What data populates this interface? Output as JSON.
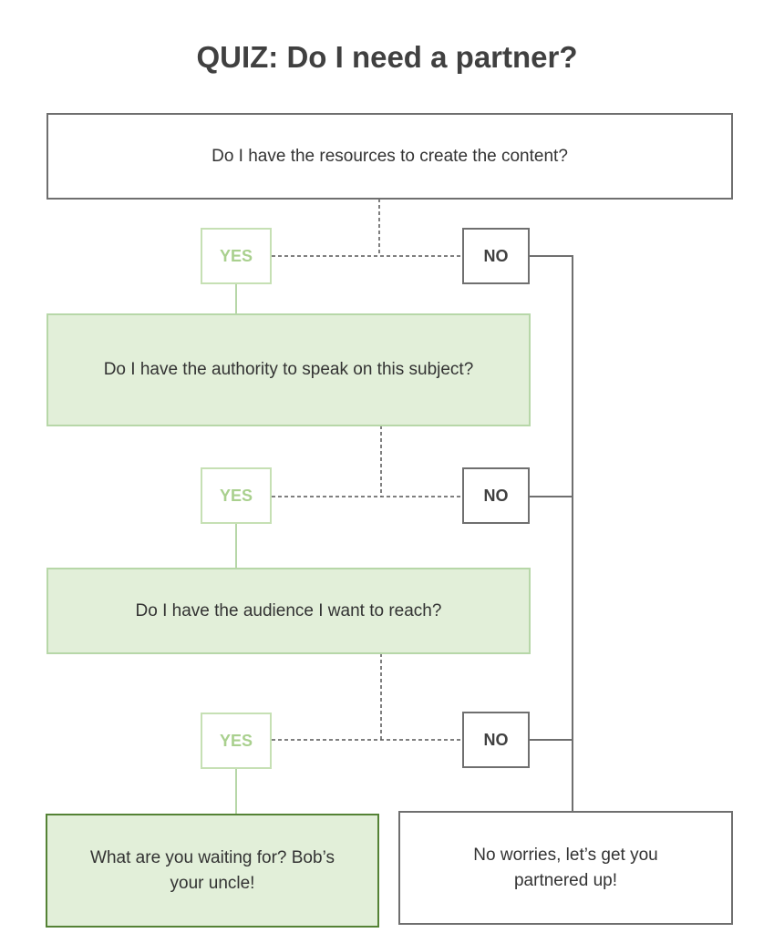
{
  "title": "QUIZ: Do I need a partner?",
  "colors": {
    "green_fill": "#e2efd9",
    "green_border": "#b7d7a8",
    "yes_text": "#a9d08e",
    "dark_border": "#6f6f6f",
    "final_green_border": "#548235"
  },
  "questions": [
    {
      "text": "Do I have the resources to create the content?"
    },
    {
      "text": "Do I have the authority to speak on this subject?"
    },
    {
      "text": "Do I have the audience I want to reach?"
    }
  ],
  "answers": {
    "yes_label": "YES",
    "no_label": "NO"
  },
  "outcomes": {
    "yes_result": "What are you waiting for? Bob’s your uncle!",
    "no_result": "No worries, let’s get you partnered up!"
  }
}
